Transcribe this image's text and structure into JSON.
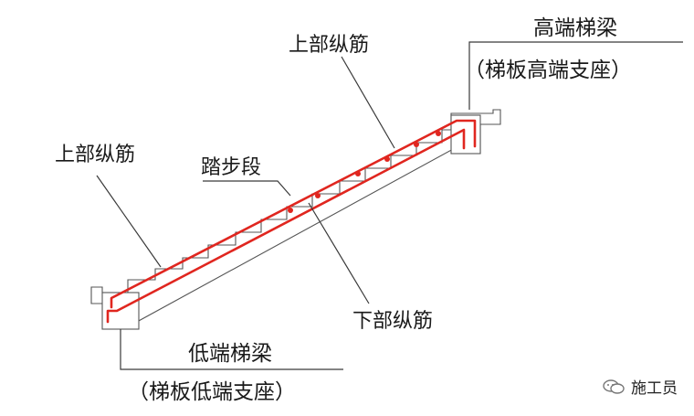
{
  "labels": {
    "upper_rebar_top": "上部纵筋",
    "upper_rebar_left": "上部纵筋",
    "tread_section": "踏步段",
    "lower_rebar": "下部纵筋",
    "high_beam_title": "高端梯梁",
    "high_beam_sub": "（梯板高端支座）",
    "low_beam_title": "低端梯梁",
    "low_beam_sub": "（梯板低端支座）"
  },
  "watermark": {
    "text": "施工员",
    "icon": "wechat-icon"
  },
  "colors": {
    "rebar": "#e0261f",
    "outline": "#555555",
    "text": "#1a1a1a"
  }
}
